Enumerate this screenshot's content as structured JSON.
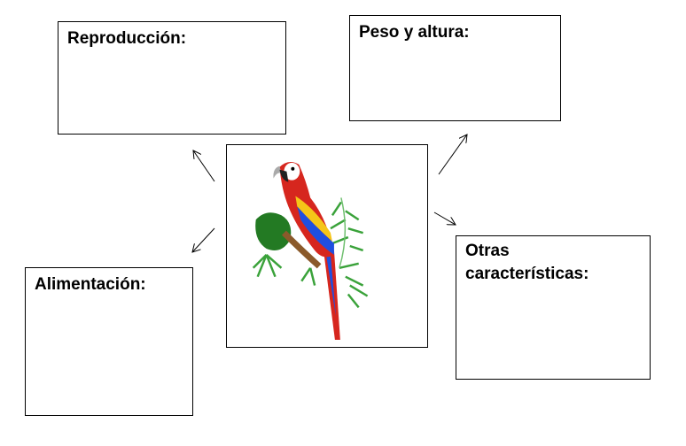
{
  "boxes": {
    "reproduccion": "Reproducción:",
    "peso_altura": "Peso y altura:",
    "otras": "Otras características:",
    "alimentacion": "Alimentación:"
  },
  "image": {
    "icon": "scarlet-macaw-parrot-icon"
  }
}
